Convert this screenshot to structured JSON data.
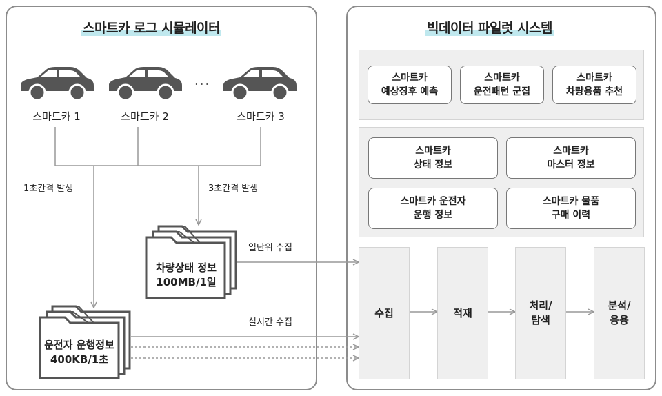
{
  "left_panel": {
    "title": "스마트카 로그 시뮬레이터",
    "cars": [
      {
        "label": "스마트카 1"
      },
      {
        "label": "스마트카 2"
      },
      {
        "label": "스마트카 3"
      }
    ],
    "ellipsis": "···",
    "interval_1s": "1초간격 발생",
    "interval_3s": "3초간격 발생",
    "folder_status": {
      "line1": "차량상태 정보",
      "line2": "100MB/1일"
    },
    "folder_driver": {
      "line1": "운전자 운행정보",
      "line2": "400KB/1초"
    }
  },
  "flow_labels": {
    "daily": "일단위 수집",
    "realtime": "실시간 수집"
  },
  "right_panel": {
    "title": "빅데이터 파일럿 시스템",
    "analytics": [
      {
        "line1": "스마트카",
        "line2": "예상징후 예측"
      },
      {
        "line1": "스마트카",
        "line2": "운전패턴 군집"
      },
      {
        "line1": "스마트카",
        "line2": "차량용품 추천"
      }
    ],
    "datasets": [
      {
        "line1": "스마트카",
        "line2": "상태 정보"
      },
      {
        "line1": "스마트카",
        "line2": "마스터 정보"
      },
      {
        "line1": "스마트카 운전자",
        "line2": "운행 정보"
      },
      {
        "line1": "스마트카 물품",
        "line2": "구매 이력"
      }
    ],
    "stages": [
      {
        "line1": "수집",
        "line2": ""
      },
      {
        "line1": "적재",
        "line2": ""
      },
      {
        "line1": "처리/",
        "line2": "탐색"
      },
      {
        "line1": "분석/",
        "line2": "응용"
      }
    ]
  },
  "colors": {
    "title_highlight": "#bfe8ee",
    "car_fill": "#555555",
    "stage_fill": "#efefef",
    "line": "#999999"
  }
}
